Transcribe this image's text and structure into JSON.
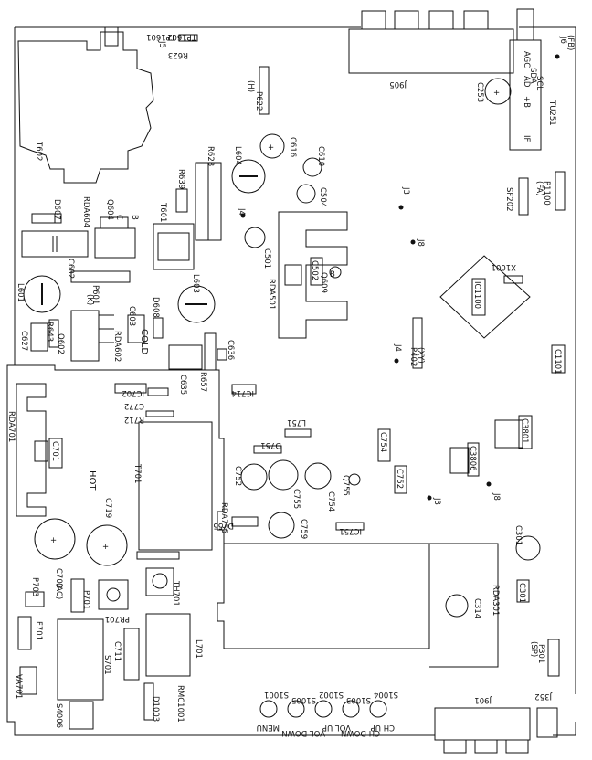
{
  "labels": {
    "t602": "T602",
    "ip1602": "TP1602",
    "tp1601": "TP1601",
    "r623": "R623",
    "j5a": "J5",
    "p622": "P622",
    "p622sub": "(H)",
    "r628": "R628",
    "r639": "R639",
    "l604": "L604",
    "c616": "C616",
    "c610": "C610",
    "c504": "C504",
    "j4a": "J4",
    "c501": "C501",
    "t601": "T601",
    "d607": "D607",
    "rda604": "RDA604",
    "q604": "Q604",
    "c602": "C602",
    "p601": "P601",
    "p601sub": "(K)",
    "l601": "L601",
    "l603": "L603",
    "c603": "C603",
    "d608": "D608",
    "c627": "C627",
    "r643": "R643",
    "q602": "Q602",
    "rda602": "RDA602",
    "cold": "COLD",
    "c636": "C636",
    "c635": "C635",
    "r657": "R657",
    "rda501": "RDA501",
    "q609": "Q609",
    "c502": "C502",
    "j905": "J905",
    "c253": "C253",
    "tu251": "TU251",
    "tuner_agc": "AGC",
    "tuner_ad": "AD",
    "tuner_sda": "SDA",
    "tuner_scl": "SCL",
    "tuner_b": "+B",
    "tuner_if": "IF",
    "j6": "J6",
    "j6sub": "(FB)",
    "sf202": "SF202",
    "p1100": "P1100",
    "p1100sub": "(FA)",
    "j3a": "J3",
    "j8a": "J8",
    "x1001": "X1001",
    "ic1100": "IC1100",
    "p402": "P402",
    "p402sub": "(XY)",
    "j4b": "J4",
    "c1101": "C1101",
    "ic702": "IC702",
    "c772": "C772",
    "r712": "R712",
    "ic714": "IC714",
    "l751": "L751",
    "d751": "D751",
    "c754a": "C754",
    "rda701": "RDA701",
    "c701": "C701",
    "hot": "HOT",
    "t701": "T701",
    "c752a": "C752",
    "c755": "C755",
    "c754b": "C754",
    "q755": "Q755",
    "c752b": "C752",
    "c3801": "C3801",
    "c3806": "C3806",
    "j3b": "J3",
    "j8b": "J8",
    "c719": "C719",
    "c702": "C702",
    "rda755": "RDA755",
    "d755": "D755",
    "c759": "C759",
    "ic751": "IC751",
    "c301": "C301",
    "rda301": "RDA301",
    "c314": "C314",
    "c301b": "C301",
    "p703": "P703",
    "p703sub": "(AC)",
    "p701": "P701",
    "pr701": "PR701",
    "th701": "TH701",
    "f701": "F701",
    "va701": "VA701",
    "s701": "S701",
    "c711": "C711",
    "l701": "L701",
    "s4006": "S4006",
    "d1003": "D1003",
    "rmc1001": "RMC1001",
    "s1001": "S1001",
    "s1005": "S1005",
    "s1002": "S1002",
    "s1003": "S1003",
    "s1004": "S1004",
    "menu": "MENU",
    "vol_down": "VOL DOWN",
    "vol_up": "VOL UP",
    "ch_down": "CH DOWN",
    "ch_up": "CH UP",
    "j901": "J901",
    "j352": "J352",
    "p301": "P301",
    "p301sub": "(SP)",
    "b1": "B",
    "b2": "B",
    "c1": "C"
  }
}
